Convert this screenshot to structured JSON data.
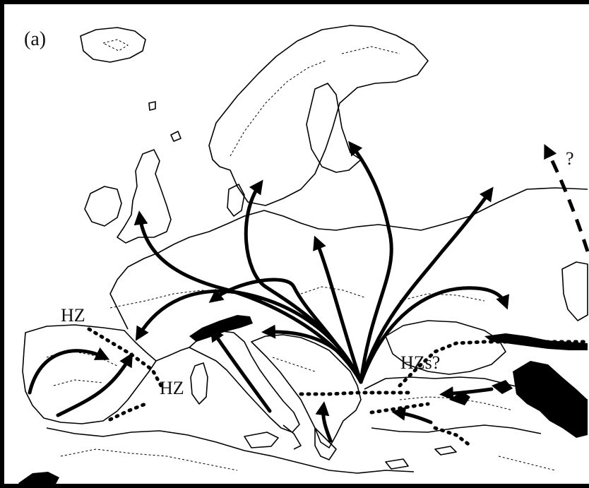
{
  "panel": {
    "label": "(a)"
  },
  "labels": {
    "hz_iberia": "HZ",
    "hz_pyrenees": "HZ",
    "hz_anatolia": "HZs?",
    "unknown_route": "?"
  },
  "colors": {
    "ink": "#000000",
    "background": "#ffffff"
  }
}
